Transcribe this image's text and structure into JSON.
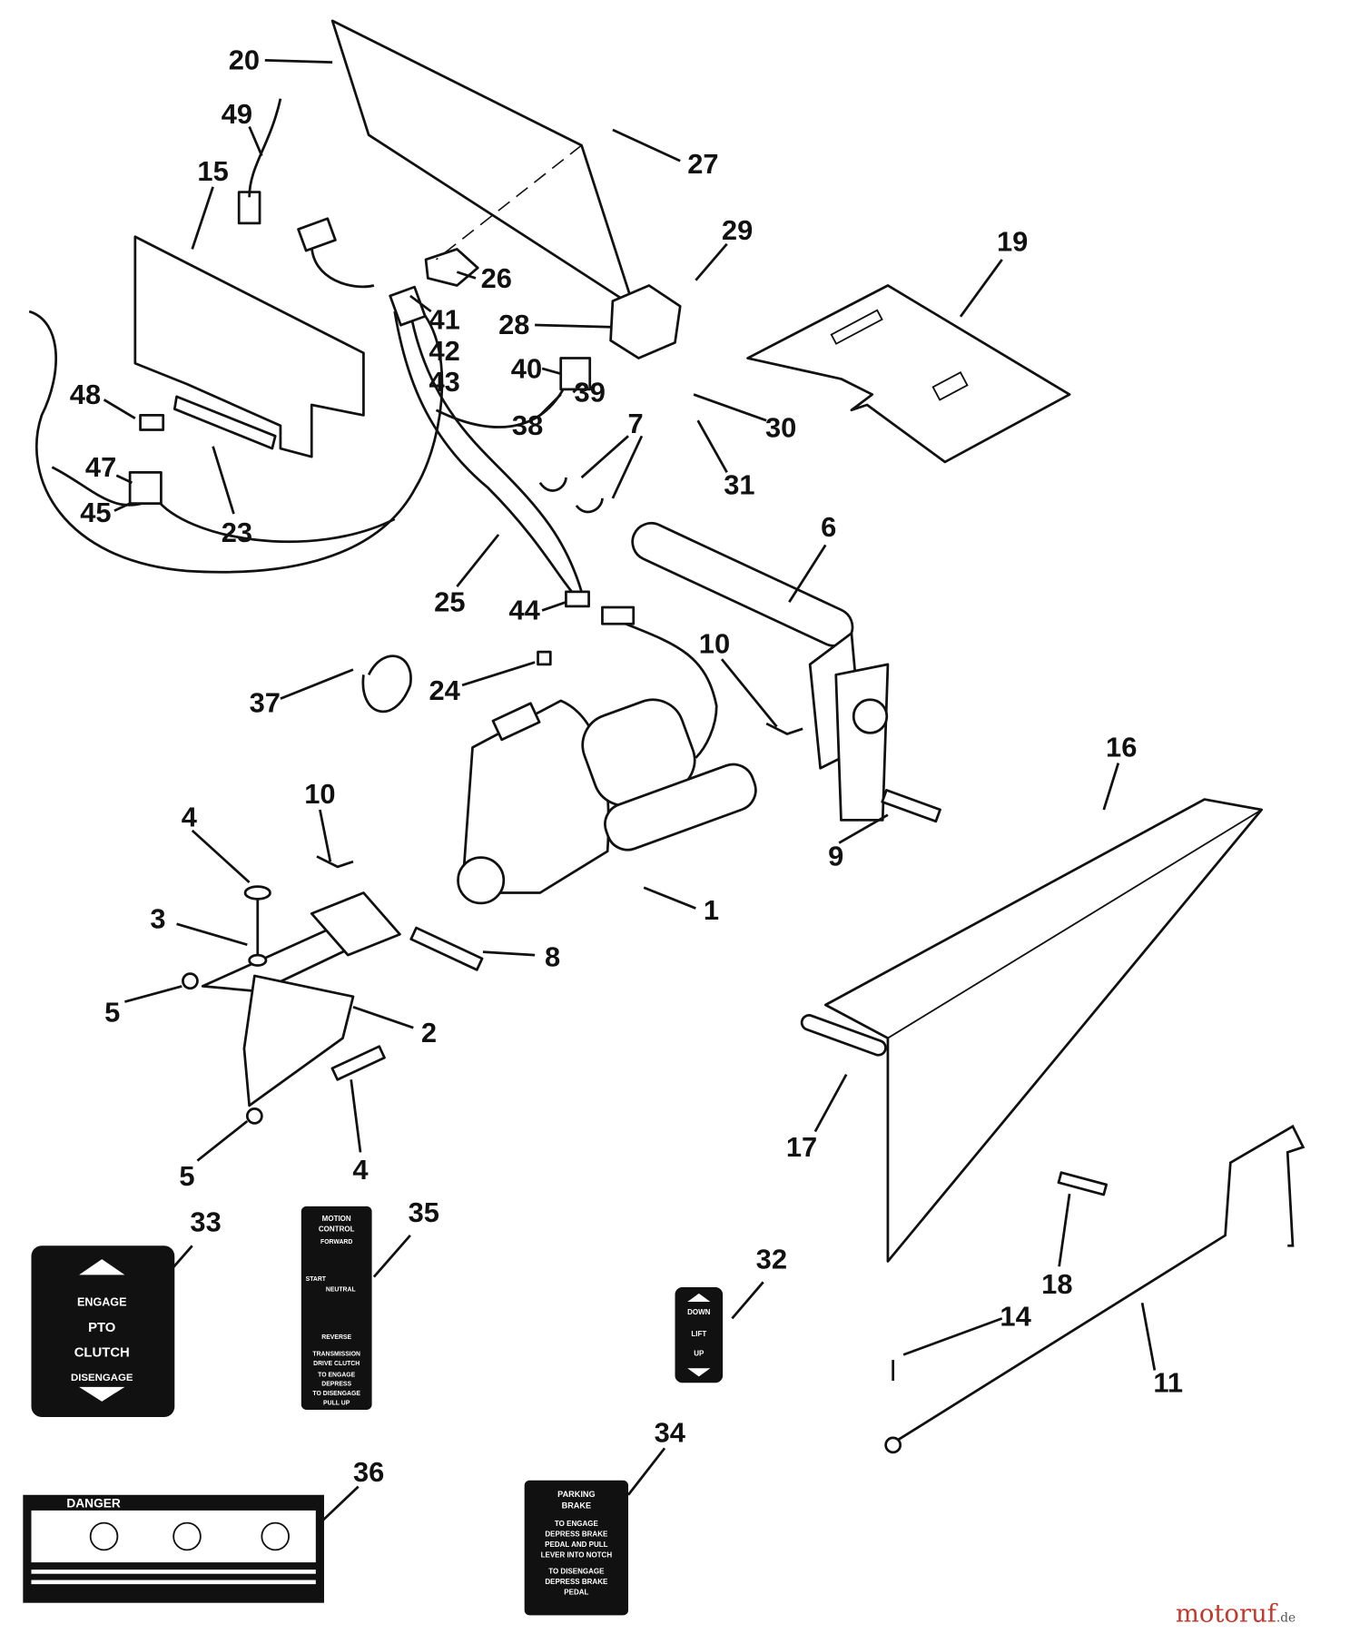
{
  "callouts": [
    "20",
    "49",
    "15",
    "27",
    "29",
    "19",
    "26",
    "28",
    "41",
    "42",
    "43",
    "40",
    "39",
    "38",
    "30",
    "31",
    "7",
    "48",
    "47",
    "45",
    "23",
    "6",
    "25",
    "44",
    "10",
    "37",
    "24",
    "16",
    "10",
    "4",
    "9",
    "1",
    "3",
    "8",
    "5",
    "2",
    "5",
    "4",
    "17",
    "18",
    "33",
    "35",
    "32",
    "14",
    "11",
    "34",
    "36"
  ],
  "decals": {
    "pto": {
      "engage": "ENGAGE",
      "pto": "PTO",
      "clutch": "CLUTCH",
      "disengage": "DISENGAGE"
    },
    "motion": {
      "title1": "MOTION",
      "title2": "CONTROL",
      "forward": "FORWARD",
      "start": "START",
      "neutral": "NEUTRAL",
      "reverse": "REVERSE",
      "trans1": "TRANSMISSION",
      "trans2": "DRIVE CLUTCH",
      "l1": "TO ENGAGE",
      "l2": "DEPRESS",
      "l3": "TO DISENGAGE",
      "l4": "PULL UP"
    },
    "lift": {
      "down": "DOWN",
      "lift": "LIFT",
      "up": "UP"
    },
    "brake": {
      "t1": "PARKING",
      "t2": "BRAKE",
      "l1": "TO ENGAGE",
      "l2": "DEPRESS BRAKE",
      "l3": "PEDAL AND PULL",
      "l4": "LEVER INTO NOTCH",
      "l5": "TO DISENGAGE",
      "l6": "DEPRESS BRAKE",
      "l7": "PEDAL"
    },
    "danger": {
      "title": "DANGER"
    }
  },
  "watermark": {
    "main": "motoruf",
    "suffix": ".de"
  },
  "colors": {
    "ink": "#111111",
    "background": "#ffffff",
    "watermark_m": "#c0392b",
    "watermark_o": "#2e86c1",
    "watermark_rest": "#27ae60"
  }
}
